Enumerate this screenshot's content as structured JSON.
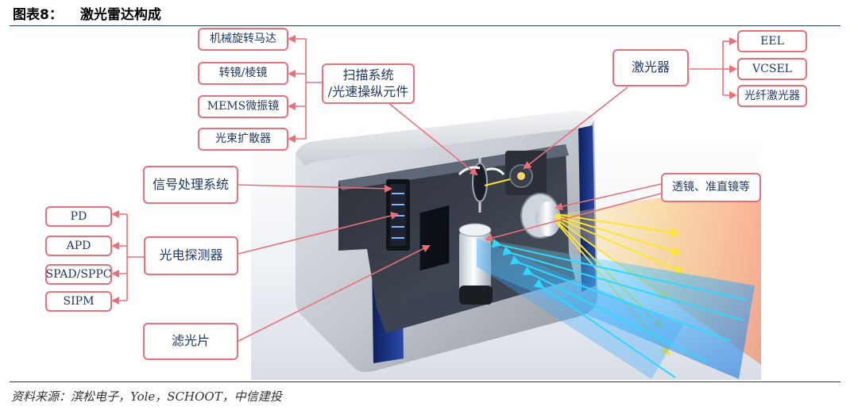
{
  "header": {
    "figure_label": "图表8：",
    "title": "激光雷达构成"
  },
  "source": "资料来源：滨松电子，Yole，SCHOOT，中信建投",
  "scanning": {
    "label_line1": "扫描系统",
    "label_line2": "/光速操纵元件",
    "items": [
      "机械旋转马达",
      "转镜/棱镜",
      "MEMS微振镜",
      "光束扩散器"
    ]
  },
  "laser": {
    "label": "激光器",
    "items": [
      "EEL",
      "VCSEL",
      "光纤激光器"
    ]
  },
  "signal_processing": {
    "label": "信号处理系统"
  },
  "photodetector": {
    "label": "光电探测器",
    "items": [
      "PD",
      "APD",
      "SPAD/SPPC",
      "SIPM"
    ]
  },
  "filter": {
    "label": "滤光片"
  },
  "lens": {
    "label": "透镜、准直镜等"
  },
  "colors": {
    "box_border": "#e8707a",
    "text": "#1f3864",
    "rule": "#1f3864"
  }
}
